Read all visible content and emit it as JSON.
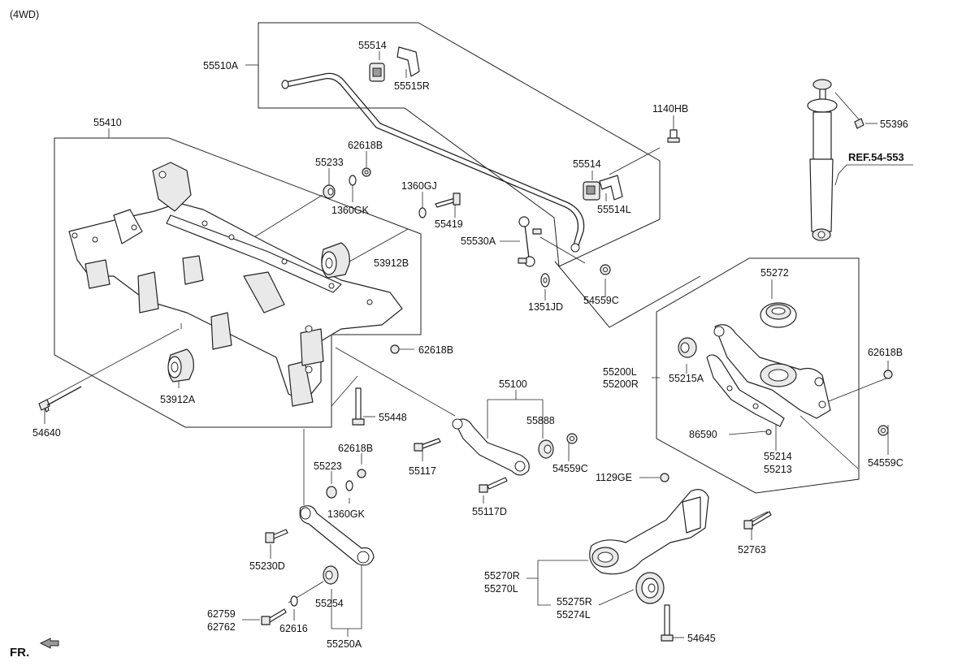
{
  "variant_label": "(4WD)",
  "front_indicator": "FR.",
  "reference": "REF.54-553",
  "parts": {
    "p55510A": "55510A",
    "p55514_top": "55514",
    "p55515R": "55515R",
    "p1140HB": "1140HB",
    "p55514_mid": "55514",
    "p55514L": "55514L",
    "p55396": "55396",
    "p55410": "55410",
    "p62618B_top": "62618B",
    "p55233": "55233",
    "p1360GK_top": "1360GK",
    "p1360GJ": "1360GJ",
    "p55419": "55419",
    "p55530A": "55530A",
    "p53912B": "53912B",
    "p1351JD": "1351JD",
    "p54559C_top": "54559C",
    "p55272": "55272",
    "p62618B_right": "62618B",
    "p55200L": "55200L",
    "p55200R": "55200R",
    "p55215A": "55215A",
    "p62618B_mid": "62618B",
    "p53912A": "53912A",
    "p54640": "54640",
    "p55448": "55448",
    "p55100": "55100",
    "p55888": "55888",
    "p86590": "86590",
    "p55214": "55214",
    "p55213": "55213",
    "p54559C_right": "54559C",
    "p55117": "55117",
    "p54559C_mid": "54559C",
    "p62618B_low": "62618B",
    "p55223": "55223",
    "p1129GE": "1129GE",
    "p55117D": "55117D",
    "p1360GK_low": "1360GK",
    "p52763": "52763",
    "p55230D": "55230D",
    "p55270R": "55270R",
    "p55270L": "55270L",
    "p55275R": "55275R",
    "p55274L": "55274L",
    "p55254": "55254",
    "p62759": "62759",
    "p62762": "62762",
    "p62616": "62616",
    "p54645": "54645",
    "p55250A": "55250A"
  }
}
